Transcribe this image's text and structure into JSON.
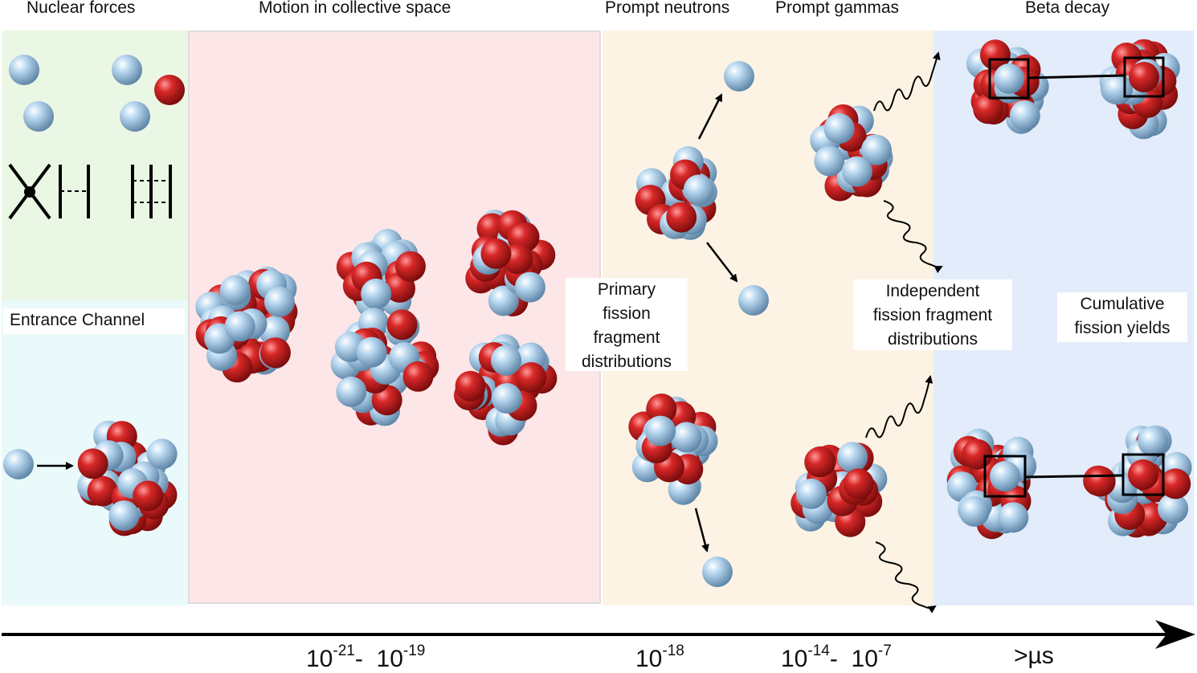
{
  "headings": {
    "nuclear_forces": "Nuclear forces",
    "motion": "Motion in collective space",
    "prompt_neutrons": "Prompt neutrons",
    "prompt_gammas": "Prompt gammas",
    "beta_decay": "Beta decay"
  },
  "labels": {
    "entrance_channel": "Entrance Channel",
    "primary": [
      "Primary",
      "fission",
      "fragment",
      "distributions"
    ],
    "independent": [
      "Independent",
      "fission fragment",
      "distributions"
    ],
    "cumulative": [
      "Cumulative",
      "fission yields"
    ]
  },
  "timeline": {
    "t1_base": "10",
    "t1_exp": "-21",
    "t1_sep": "-",
    "t2_base": "10",
    "t2_exp": "-19",
    "t3_base": "10",
    "t3_exp": "-18",
    "t4_base": "10",
    "t4_exp": "-14",
    "t4_sep": "-",
    "t5_base": "10",
    "t5_exp": "-7",
    "t6": ">µs"
  },
  "colors": {
    "proton": "#cc2222",
    "neutron": "#9ec7e8",
    "green_panel": "#eaf7e4",
    "cyan_panel": "#eaf9fa",
    "pink_panel": "#fde6e7",
    "peach_panel": "#fcf3e4",
    "blue_panel": "#e3ecfa"
  }
}
